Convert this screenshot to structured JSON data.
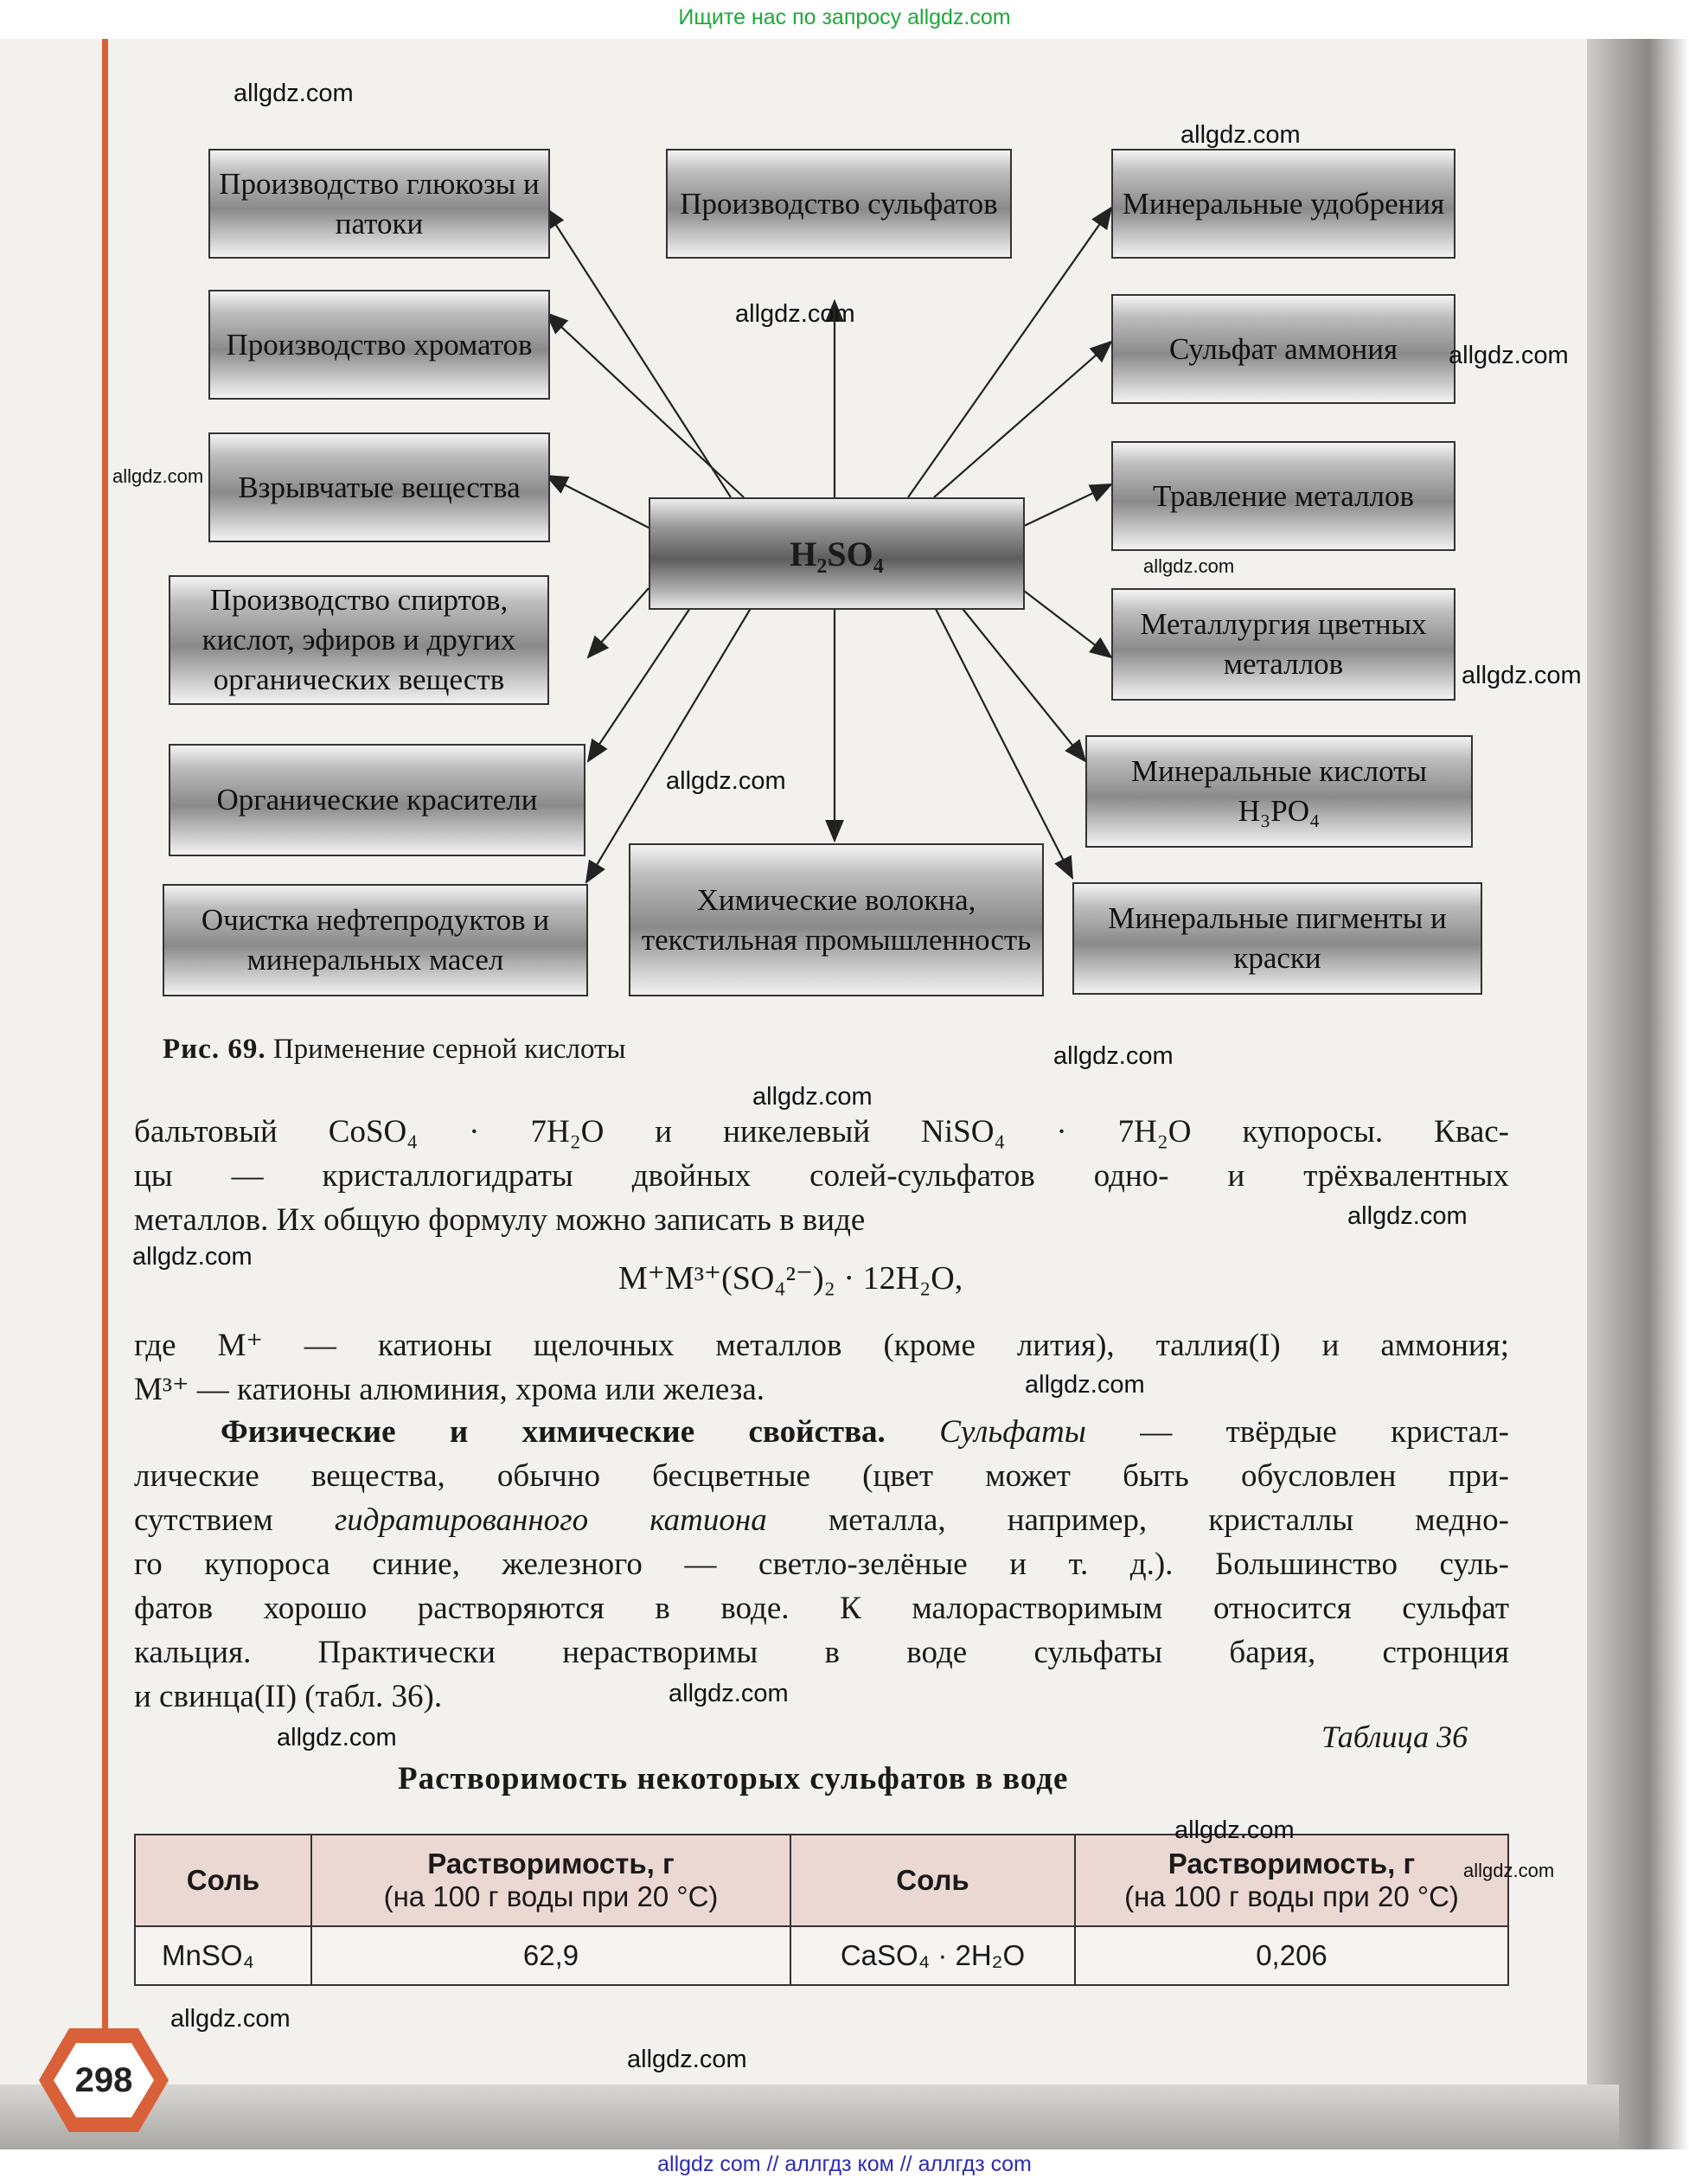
{
  "banner": {
    "top": "Ищите нас по запросу allgdz.com",
    "footer": "allgdz com  //  аллгдз ком  //  аллгдз com"
  },
  "watermark": "allgdz.com",
  "diagram": {
    "center": "H₂SO₄",
    "left_boxes": [
      "Производство глюкозы и патоки",
      "Производство хроматов",
      "Взрывчатые вещества",
      "Производство спиртов, кислот, эфиров и других органических веществ",
      "Органические красители",
      "Очистка нефтепродуктов и минеральных масел"
    ],
    "middle_boxes": [
      "Производство сульфатов",
      "Химические волокна, текстильная промышленность"
    ],
    "right_boxes": [
      "Минеральные удобрения",
      "Сульфат аммония",
      "Травление металлов",
      "Металлургия цветных металлов",
      "Минеральные кислоты H₃PO₄",
      "Минеральные пигменты и краски"
    ]
  },
  "caption": {
    "label": "Рис. 69.",
    "text": " Применение серной кислоты"
  },
  "paragraph1": [
    "бальтовый CoSO₄ · 7H₂O и никелевый NiSO₄ · 7H₂O купоросы. Квас-",
    "цы — кристаллогидраты двойных солей-сульфатов одно- и трёхвалентных",
    "металлов. Их общую формулу можно записать в виде"
  ],
  "formula": "M⁺M³⁺(SO₄²⁻)₂ · 12H₂O,",
  "paragraph2": [
    "где M⁺ — катионы щелочных металлов (кроме лития), таллия(I) и аммония;",
    "M³⁺ — катионы алюминия, хрома или железа."
  ],
  "paragraph3": {
    "heading": "Физические и химические свойства.",
    "term1": "Сульфаты",
    "l1_rest": " — твёрдые кристал-",
    "l2": "лические вещества, обычно бесцветные (цвет может быть обусловлен при-",
    "l3_start": "сутствием ",
    "term2": "гидратированного катиона",
    "l3_end": " металла, например, кристаллы медно-",
    "l4": "го купороса синие, железного — светло-зелёные и т. д.). Большинство суль-",
    "l5": "фатов хорошо растворяются в воде. К малорастворимым относится сульфат",
    "l6": "кальция. Практически нерастворимы в воде сульфаты бария, стронция",
    "l7": "и свинца(II) (табл. 36)."
  },
  "table": {
    "number": "Таблица 36",
    "title": "Растворимость некоторых сульфатов в воде",
    "headers": [
      "Соль",
      "Растворимость, г",
      "(на 100 г воды при 20 °С)",
      "Соль",
      "Растворимость, г",
      "(на 100 г воды при 20 °С)"
    ],
    "rows": [
      [
        "MnSO₄",
        "62,9",
        "CaSO₄ · 2H₂O",
        "0,206"
      ]
    ]
  },
  "page_number": "298"
}
